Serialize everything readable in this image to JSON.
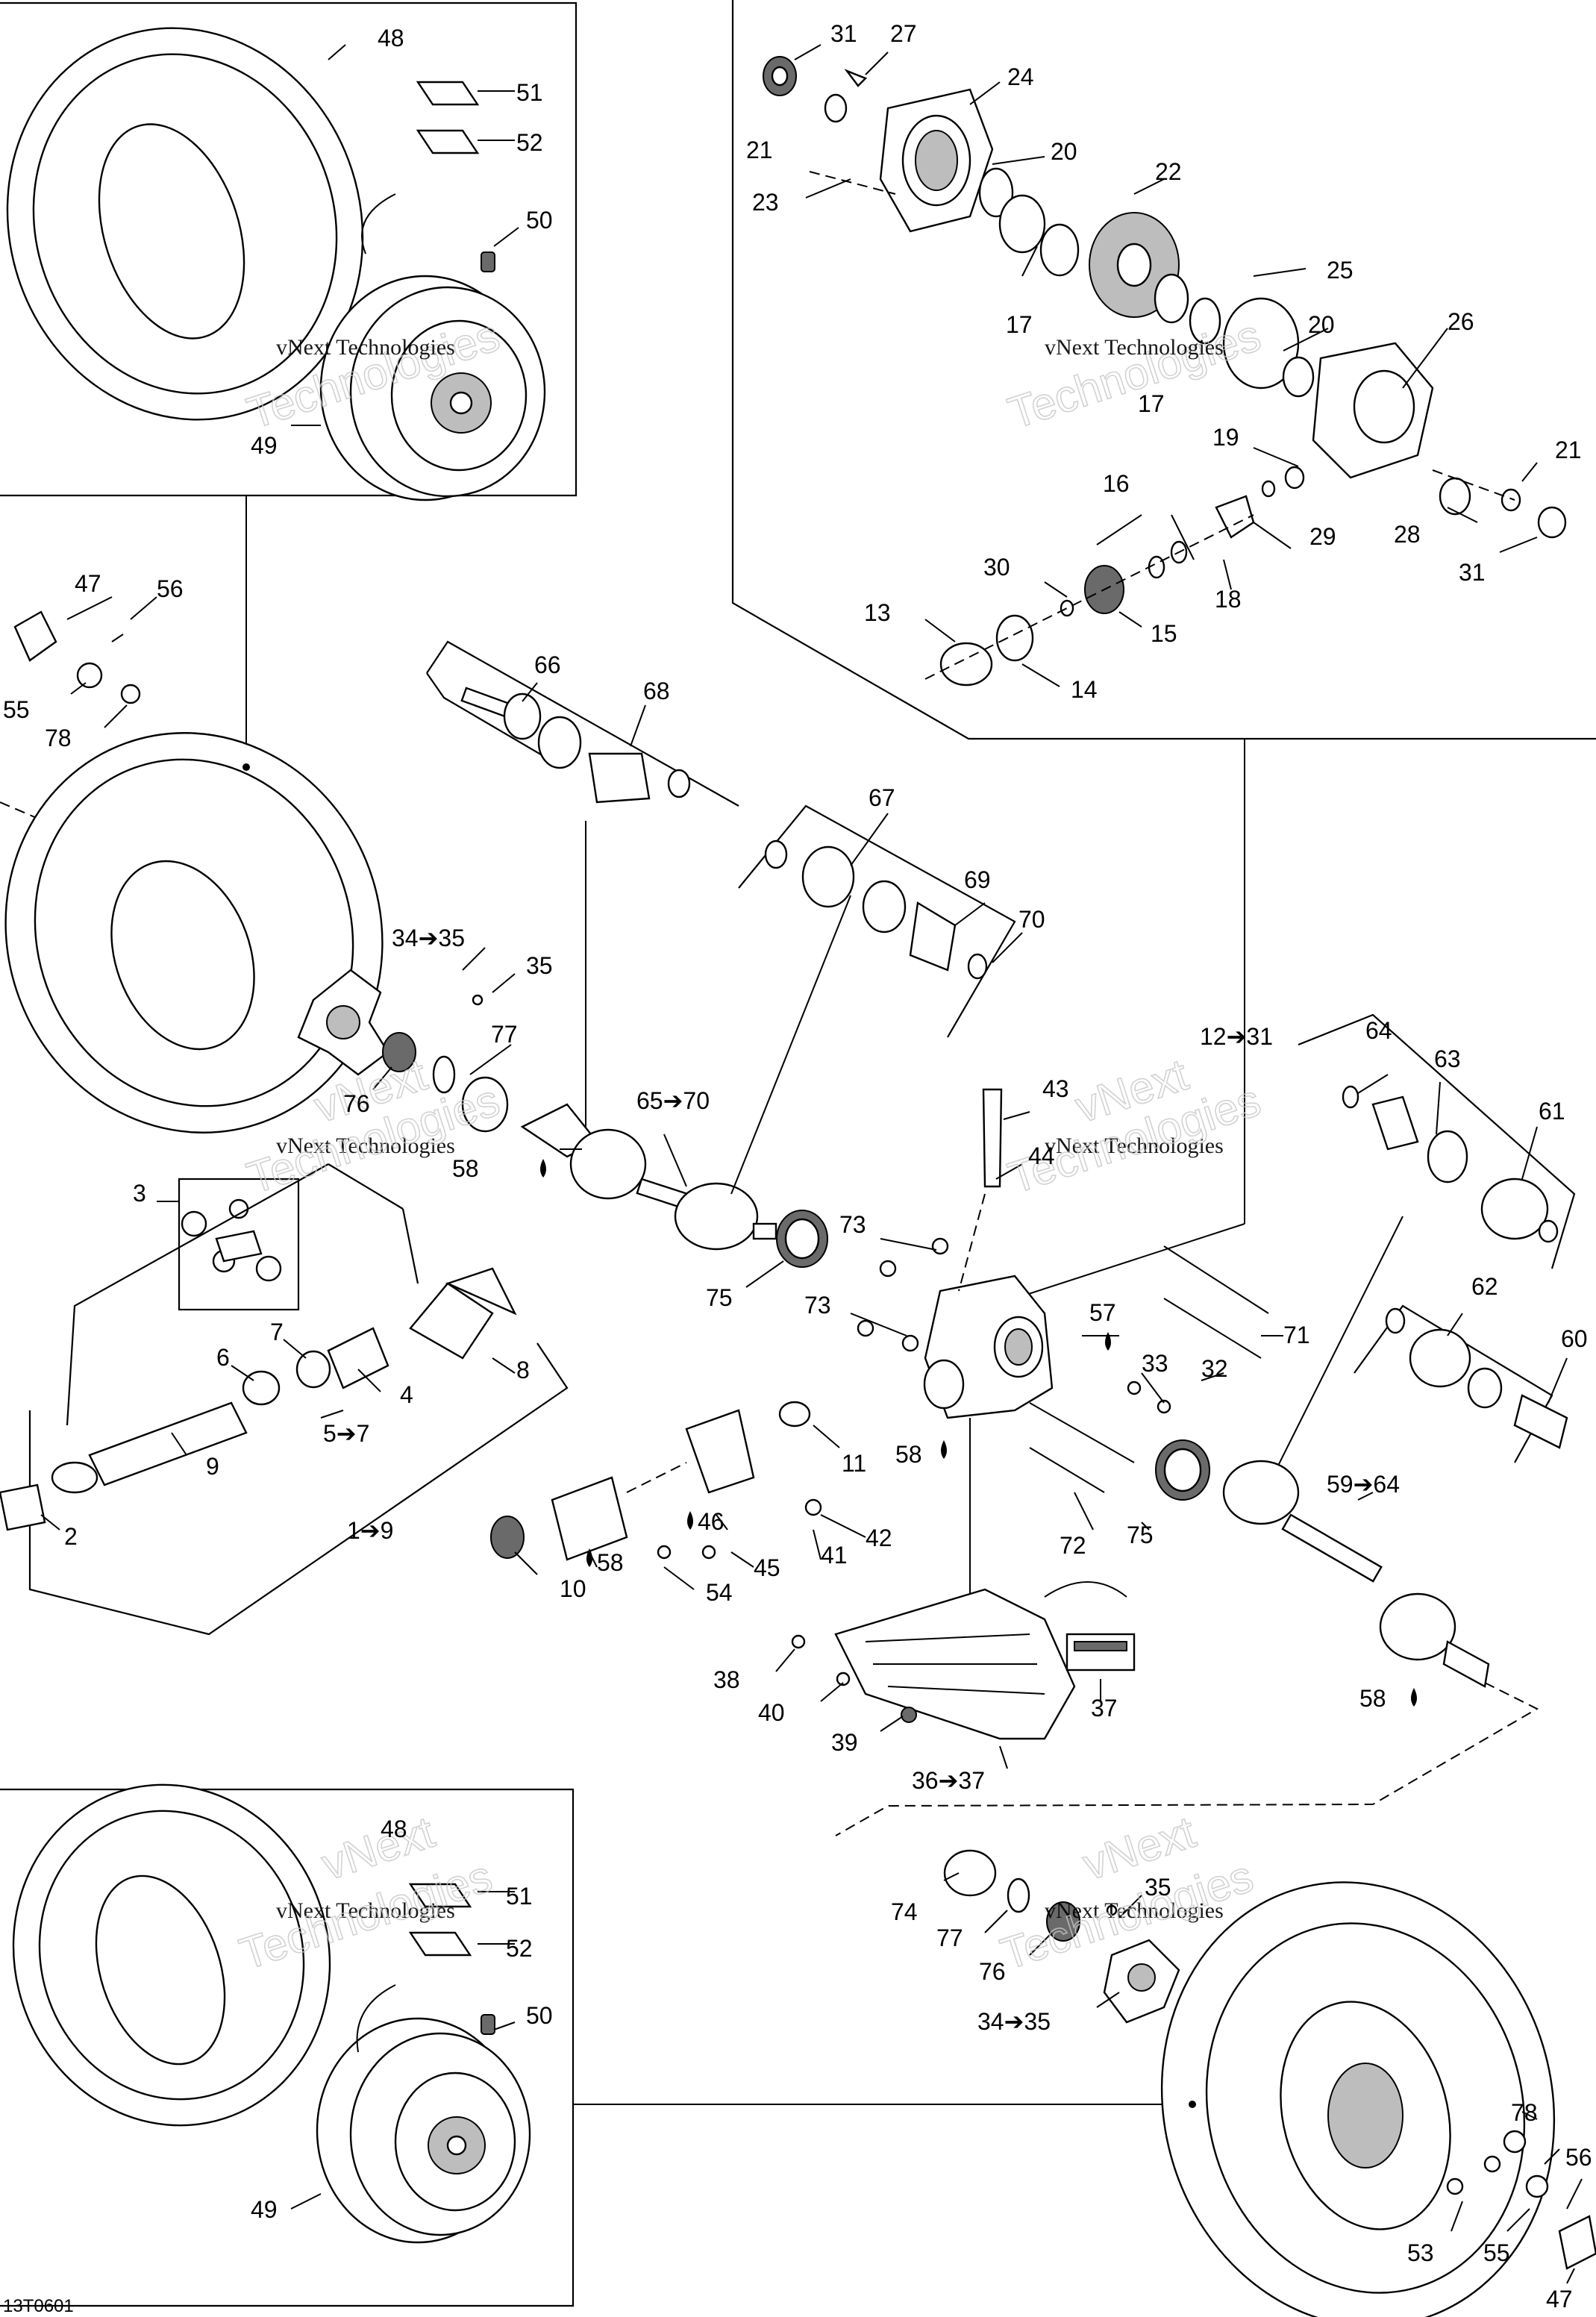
{
  "diagram": {
    "document_code": "13T0601",
    "watermarks": [
      "vNext Technologies",
      "vNext",
      "Technologies"
    ],
    "callouts": {
      "c48a": "48",
      "c51a": "51",
      "c52a": "52",
      "c50a": "50",
      "c49a": "49",
      "c31a": "31",
      "c27": "27",
      "c24": "24",
      "c21a": "21",
      "c20a": "20",
      "c23": "23",
      "c22": "22",
      "c17a": "17",
      "c17b": "17",
      "c25": "25",
      "c20b": "20",
      "c26": "26",
      "c19": "19",
      "c21b": "21",
      "c16": "16",
      "c29": "29",
      "c28": "28",
      "c31b": "31",
      "c30": "30",
      "c18": "18",
      "c13": "13",
      "c15": "15",
      "c14": "14",
      "c47a": "47",
      "c56a": "56",
      "c55a": "55",
      "c78a": "78",
      "c66": "66",
      "c68": "68",
      "c67": "67",
      "c69": "69",
      "c70": "70",
      "c3435a": "34➔35",
      "c35a": "35",
      "c77a": "77",
      "c76a": "76",
      "c6570": "65➔70",
      "c58a": "58",
      "c3": "3",
      "c8": "8",
      "c4": "4",
      "c6": "6",
      "c7": "7",
      "c57sub": "5➔7",
      "c9": "9",
      "c2": "2",
      "c19sub": "1➔9",
      "c1231": "12➔31",
      "c64": "64",
      "c63": "63",
      "c61": "61",
      "c43": "43",
      "c44": "44",
      "c73a": "73",
      "c73b": "73",
      "c75a": "75",
      "c57": "57",
      "c71": "71",
      "c33": "33",
      "c32": "32",
      "c62": "62",
      "c60": "60",
      "c11": "11",
      "c58b": "58",
      "c46": "46",
      "c42": "42",
      "c41": "41",
      "c45": "45",
      "c10": "10",
      "c58c": "58",
      "c54": "54",
      "c72": "72",
      "c75b": "75",
      "c5964": "59➔64",
      "c38": "38",
      "c40": "40",
      "c39": "39",
      "c37": "37",
      "c3637": "36➔37",
      "c58d": "58",
      "c48b": "48",
      "c51b": "51",
      "c52b": "52",
      "c50b": "50",
      "c49b": "49",
      "c74": "74",
      "c77b": "77",
      "c76b": "76",
      "c35b": "35",
      "c3435b": "34➔35",
      "c78b": "78",
      "c56b": "56",
      "c53": "53",
      "c55b": "55",
      "c47b": "47"
    }
  }
}
